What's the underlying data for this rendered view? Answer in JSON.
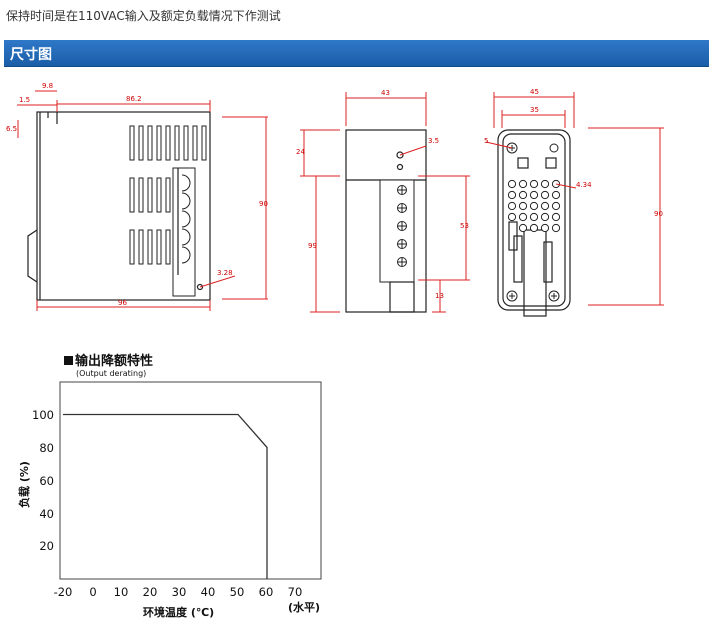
{
  "intro_text": "保持时间是在110VAC输入及额定负载情况下作测试",
  "section_title": "尺寸图",
  "dimensions": {
    "side_view": [
      "1.5",
      "9.8",
      "86.2",
      "6.5",
      "90",
      "3.28",
      "96"
    ],
    "front_view": [
      "43",
      "24",
      "3.5",
      "99",
      "53",
      "13"
    ],
    "back_view": [
      "45",
      "35",
      "5",
      "4.34",
      "90"
    ]
  },
  "chart_data": {
    "type": "line",
    "title": "输出降额特性",
    "subtitle": "(Output derating)",
    "xlabel": "环境温度 (℃)",
    "xlabel_suffix": "(水平)",
    "ylabel": "负载 (%)",
    "x_ticks": [
      "-20",
      "0",
      "10",
      "20",
      "30",
      "40",
      "50",
      "60",
      "70"
    ],
    "y_ticks": [
      "20",
      "40",
      "60",
      "80",
      "100"
    ],
    "xlim": [
      -20,
      80
    ],
    "ylim": [
      0,
      120
    ],
    "series": [
      {
        "x": [
          -20,
          50,
          60,
          60
        ],
        "y": [
          100,
          100,
          80,
          0
        ]
      }
    ]
  }
}
